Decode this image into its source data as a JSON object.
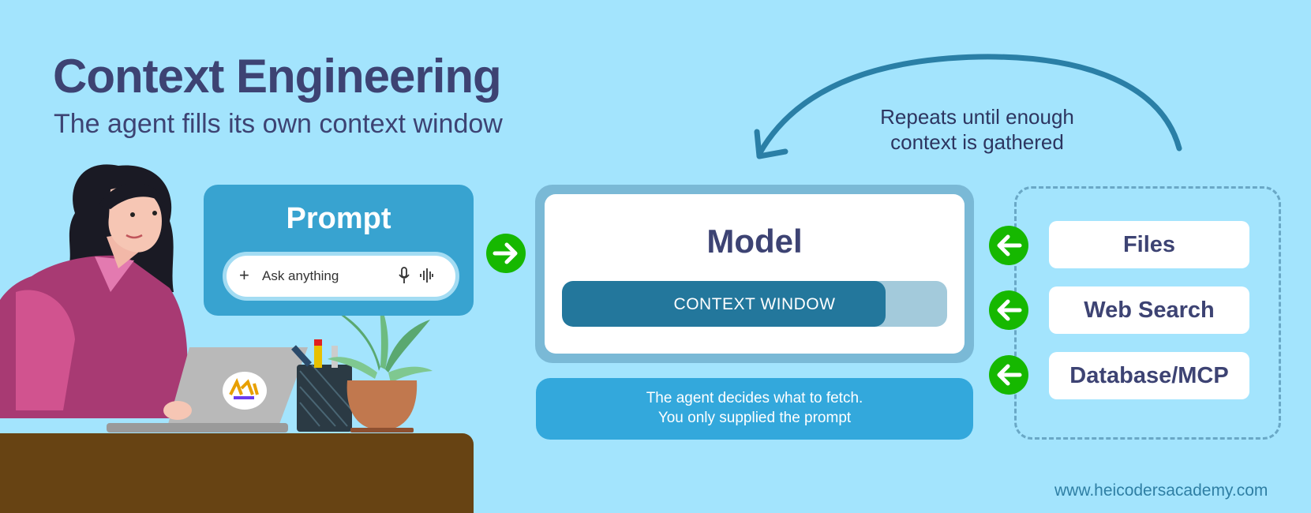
{
  "header": {
    "title": "Context Engineering",
    "subtitle": "The agent fills its own context window"
  },
  "prompt": {
    "title": "Prompt",
    "placeholder": "Ask anything",
    "icons": [
      "plus-icon",
      "mic-icon",
      "voice-wave-icon"
    ]
  },
  "model": {
    "title": "Model",
    "context_label": "CONTEXT WINDOW",
    "context_fill_fraction": 0.84
  },
  "note": {
    "line1": "The agent decides what to fetch.",
    "line2": "You only supplied the prompt"
  },
  "loop": {
    "line1": "Repeats until enough",
    "line2": "context is gathered"
  },
  "sources": [
    {
      "label": "Files"
    },
    {
      "label": "Web Search"
    },
    {
      "label": "Database/MCP"
    }
  ],
  "footer": {
    "website": "www.heicodersacademy.com"
  },
  "colors": {
    "background": "#a3e4fd",
    "title": "#3d4373",
    "prompt_card": "#38a3d0",
    "arrow": "#16b800",
    "context_fill": "#23779c",
    "note_box": "#33a8dc",
    "loop_arrow": "#2a7fa6",
    "desk": "#674313"
  }
}
